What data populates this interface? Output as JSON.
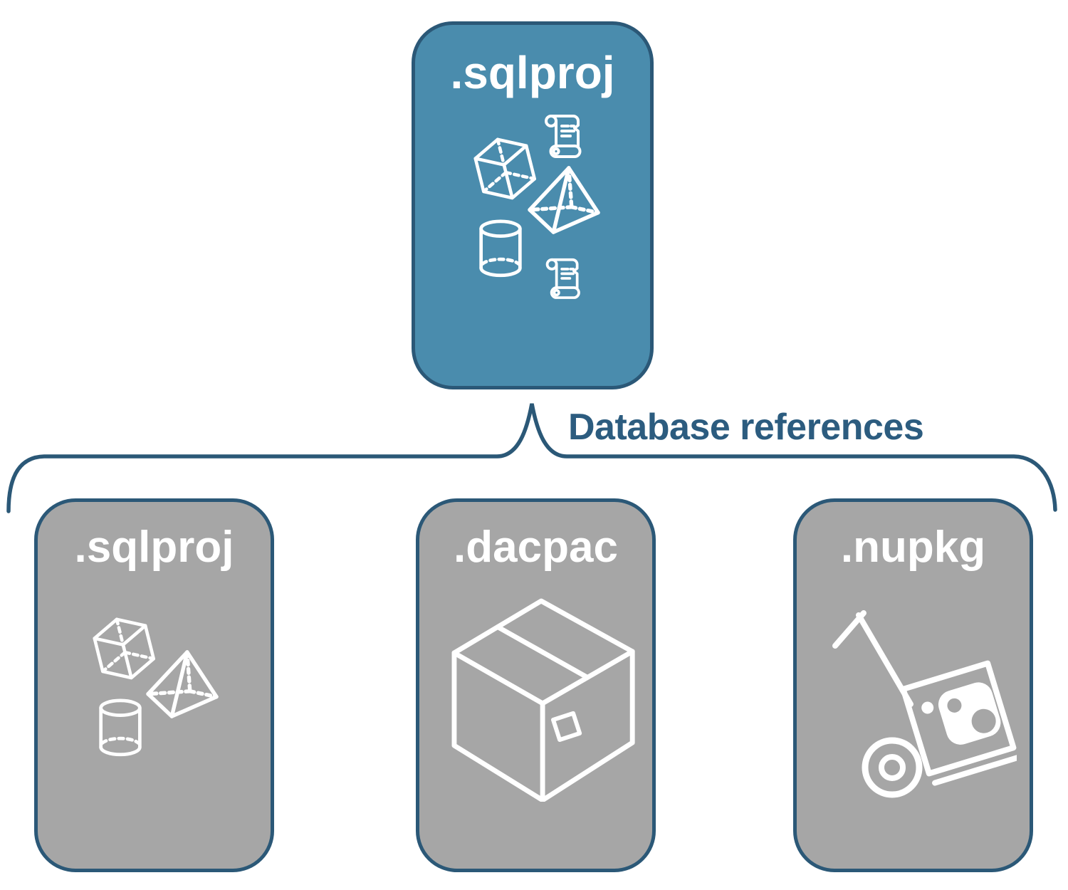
{
  "diagram": {
    "edge_label": "Database references",
    "parent": {
      "label": ".sqlproj",
      "icons": [
        "script-scroll-icon",
        "cube-icon",
        "pyramid-icon",
        "cylinder-icon",
        "script-scroll-icon"
      ]
    },
    "children": [
      {
        "label": ".sqlproj",
        "icons": [
          "cube-icon",
          "pyramid-icon",
          "cylinder-icon"
        ]
      },
      {
        "label": ".dacpac",
        "icons": [
          "package-box-icon"
        ]
      },
      {
        "label": ".nupkg",
        "icons": [
          "hand-truck-icon",
          "nuget-package-icon"
        ]
      }
    ],
    "colors": {
      "parent_fill": "#4A8CAD",
      "child_fill": "#A6A6A6",
      "border": "#2B5877",
      "edge_label_text": "#2C5C7F",
      "card_title_text": "#FFFFFF",
      "icon_stroke": "#FFFFFF"
    }
  }
}
